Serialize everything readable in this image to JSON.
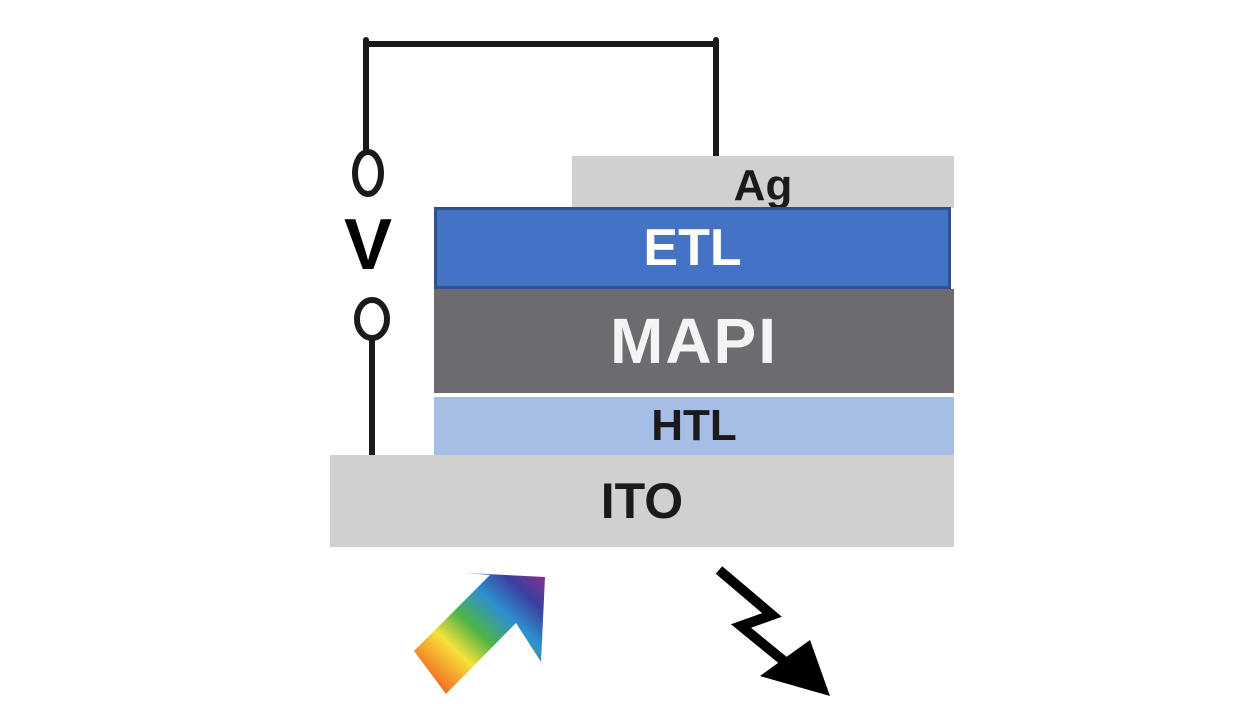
{
  "diagram": {
    "layers": {
      "ag": "Ag",
      "etl": "ETL",
      "mapi": "MAPI",
      "htl": "HTL",
      "ito": "ITO"
    },
    "voltage_label": "V",
    "incoming_light_icon": "rainbow-arrow-icon",
    "emission_icon": "lightning-arrow-icon",
    "colors": {
      "ag": "#d0d0d0",
      "etl": "#4472c4",
      "mapi": "#6d6b70",
      "htl": "#a6bde6",
      "ito": "#d0d0d0",
      "wire": "#1a1a1a"
    }
  }
}
